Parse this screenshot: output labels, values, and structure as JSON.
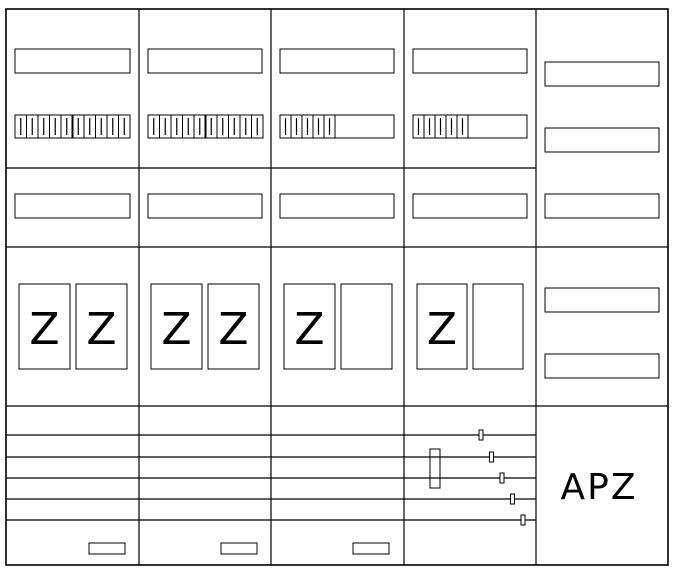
{
  "meter_label": "Z",
  "apz_label": "APZ",
  "columns": [
    {
      "breaker_units": 10,
      "meters": 2,
      "meter_labels": [
        "Z",
        "Z"
      ]
    },
    {
      "breaker_units": 10,
      "meters": 2,
      "meter_labels": [
        "Z",
        "Z"
      ]
    },
    {
      "breaker_units": 5,
      "meters": 2,
      "meter_labels": [
        "Z",
        ""
      ]
    },
    {
      "breaker_units": 5,
      "meters": 2,
      "meter_labels": [
        "Z",
        ""
      ]
    }
  ],
  "bus_bars": 5,
  "colors": {
    "line": "#000000",
    "background": "#ffffff"
  }
}
